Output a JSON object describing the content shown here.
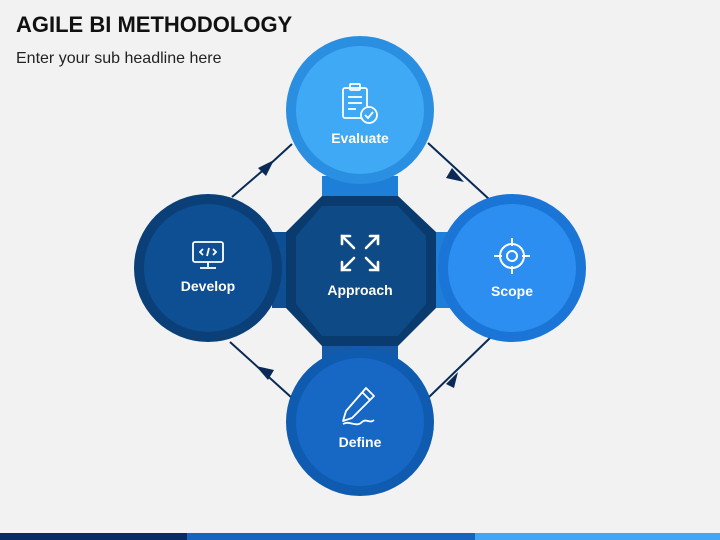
{
  "slide": {
    "title": "AGILE BI METHODOLOGY",
    "subtitle": "Enter your sub headline here"
  },
  "diagram": {
    "center": {
      "label": "Approach",
      "icon": "expand-arrows-icon",
      "color": "#0a3b6e"
    },
    "nodes": [
      {
        "id": "evaluate",
        "label": "Evaluate",
        "icon": "clipboard-check-icon",
        "color": "#3fa9f5"
      },
      {
        "id": "scope",
        "label": "Scope",
        "icon": "target-icon",
        "color": "#2b8ef0"
      },
      {
        "id": "define",
        "label": "Define",
        "icon": "pencil-icon",
        "color": "#1768c4"
      },
      {
        "id": "develop",
        "label": "Develop",
        "icon": "monitor-code-icon",
        "color": "#0d4f92"
      }
    ]
  },
  "bottom_bar_colors": [
    "#0a2a66",
    "#1565c0",
    "#42a5f5"
  ]
}
